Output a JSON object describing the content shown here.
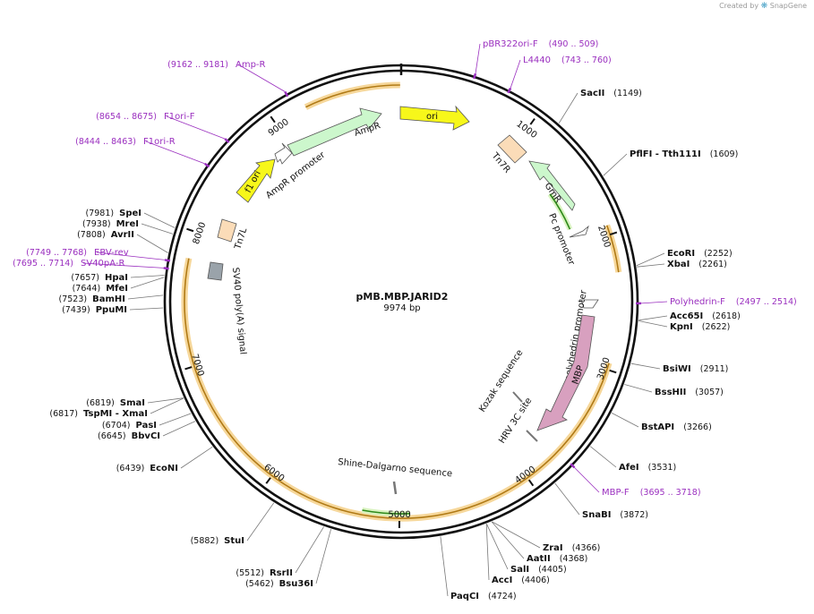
{
  "credit": {
    "prefix": "Created by",
    "brand": "SnapGene"
  },
  "plasmid": {
    "name": "pMB.MBP.JARID2",
    "size_label": "9974 bp",
    "length": 9974
  },
  "ticks": [
    {
      "label": "1000",
      "pos": 1000
    },
    {
      "label": "2000",
      "pos": 2000
    },
    {
      "label": "3000",
      "pos": 3000
    },
    {
      "label": "4000",
      "pos": 4000
    },
    {
      "label": "5000",
      "pos": 5000
    },
    {
      "label": "6000",
      "pos": 6000
    },
    {
      "label": "7000",
      "pos": 7000
    },
    {
      "label": "8000",
      "pos": 8000
    },
    {
      "label": "9000",
      "pos": 9000
    }
  ],
  "enzymes": [
    {
      "name": "SacII",
      "pos": "(1149)",
      "site": 1149,
      "side": "right"
    },
    {
      "name": "PflFI - Tth111I",
      "pos": "(1609)",
      "site": 1609,
      "side": "right"
    },
    {
      "name": "EcoRI",
      "pos": "(2252)",
      "site": 2252,
      "side": "right"
    },
    {
      "name": "XbaI",
      "pos": "(2261)",
      "site": 2261,
      "side": "right"
    },
    {
      "name": "Acc65I",
      "pos": "(2618)",
      "site": 2618,
      "side": "right"
    },
    {
      "name": "KpnI",
      "pos": "(2622)",
      "site": 2622,
      "side": "right"
    },
    {
      "name": "BsiWI",
      "pos": "(2911)",
      "site": 2911,
      "side": "right"
    },
    {
      "name": "BssHII",
      "pos": "(3057)",
      "site": 3057,
      "side": "right"
    },
    {
      "name": "BstAPI",
      "pos": "(3266)",
      "site": 3266,
      "side": "right"
    },
    {
      "name": "AfeI",
      "pos": "(3531)",
      "site": 3531,
      "side": "right"
    },
    {
      "name": "SnaBI",
      "pos": "(3872)",
      "site": 3872,
      "side": "right"
    },
    {
      "name": "ZraI",
      "pos": "(4366)",
      "site": 4366,
      "side": "right"
    },
    {
      "name": "AatII",
      "pos": "(4368)",
      "site": 4368,
      "side": "right"
    },
    {
      "name": "SalI",
      "pos": "(4405)",
      "site": 4405,
      "side": "right"
    },
    {
      "name": "AccI",
      "pos": "(4406)",
      "site": 4406,
      "side": "right"
    },
    {
      "name": "PaqCI",
      "pos": "(4724)",
      "site": 4724,
      "side": "right"
    },
    {
      "name": "Bsu36I",
      "pos": "(5462)",
      "site": 5462,
      "side": "left"
    },
    {
      "name": "RsrII",
      "pos": "(5512)",
      "site": 5512,
      "side": "left"
    },
    {
      "name": "StuI",
      "pos": "(5882)",
      "site": 5882,
      "side": "left"
    },
    {
      "name": "EcoNI",
      "pos": "(6439)",
      "site": 6439,
      "side": "left"
    },
    {
      "name": "BbvCI",
      "pos": "(6645)",
      "site": 6645,
      "side": "left"
    },
    {
      "name": "PasI",
      "pos": "(6704)",
      "site": 6704,
      "side": "left"
    },
    {
      "name": "TspMI - XmaI",
      "pos": "(6817)",
      "site": 6817,
      "side": "left"
    },
    {
      "name": "SmaI",
      "pos": "(6819)",
      "site": 6819,
      "side": "left"
    },
    {
      "name": "PpuMI",
      "pos": "(7439)",
      "site": 7439,
      "side": "left"
    },
    {
      "name": "BamHI",
      "pos": "(7523)",
      "site": 7523,
      "side": "left"
    },
    {
      "name": "MfeI",
      "pos": "(7644)",
      "site": 7644,
      "side": "left"
    },
    {
      "name": "HpaI",
      "pos": "(7657)",
      "site": 7657,
      "side": "left"
    },
    {
      "name": "AvrII",
      "pos": "(7808)",
      "site": 7808,
      "side": "left"
    },
    {
      "name": "MreI",
      "pos": "(7938)",
      "site": 7938,
      "side": "left"
    },
    {
      "name": "SpeI",
      "pos": "(7981)",
      "site": 7981,
      "side": "left"
    }
  ],
  "primers": [
    {
      "name": "pBR322ori-F",
      "range": "(490 .. 509)",
      "site": 500
    },
    {
      "name": "L4440",
      "range": "(743 .. 760)",
      "site": 751
    },
    {
      "name": "Polyhedrin-F",
      "range": "(2497 .. 2514)",
      "site": 2505
    },
    {
      "name": "MBP-F",
      "range": "(3695 .. 3718)",
      "site": 3706
    },
    {
      "name": "Amp-R",
      "range": "(9162 .. 9181)",
      "site": 9172
    },
    {
      "name": "F1ori-F",
      "range": "(8654 .. 8675)",
      "site": 8665
    },
    {
      "name": "F1ori-R",
      "range": "(8444 .. 8463)",
      "site": 8453
    },
    {
      "name": "EBV-rev",
      "range": "(7749 .. 7768)",
      "site": 7758
    },
    {
      "name": "SV40pA-R",
      "range": "(7695 .. 7714)",
      "site": 7704
    }
  ],
  "features": [
    {
      "label": "ori",
      "color": "#f7f71a"
    },
    {
      "label": "AmpR",
      "color": "#ccf7cc"
    },
    {
      "label": "AmpR promoter",
      "color": "#ffffff"
    },
    {
      "label": "f1 ori",
      "color": "#f7f71a"
    },
    {
      "label": "Tn7L",
      "color": "#fbdcb8"
    },
    {
      "label": "Tn7R",
      "color": "#fbdcb8"
    },
    {
      "label": "GmR",
      "color": "#ccf7cc"
    },
    {
      "label": "Pc promoter",
      "color": "#ffffff"
    },
    {
      "label": "SV40 poly(A) signal",
      "color": "#9aa3aa"
    },
    {
      "label": "polyhedrin promoter",
      "color": "#ffffff"
    },
    {
      "label": "MBP",
      "color": "#d8a0bf"
    },
    {
      "label": "Kozak sequence",
      "color": "#cccccc"
    },
    {
      "label": "HRV 3C site",
      "color": "#cccccc"
    },
    {
      "label": "Shine-Dalgarno sequence",
      "color": "#777777"
    }
  ]
}
